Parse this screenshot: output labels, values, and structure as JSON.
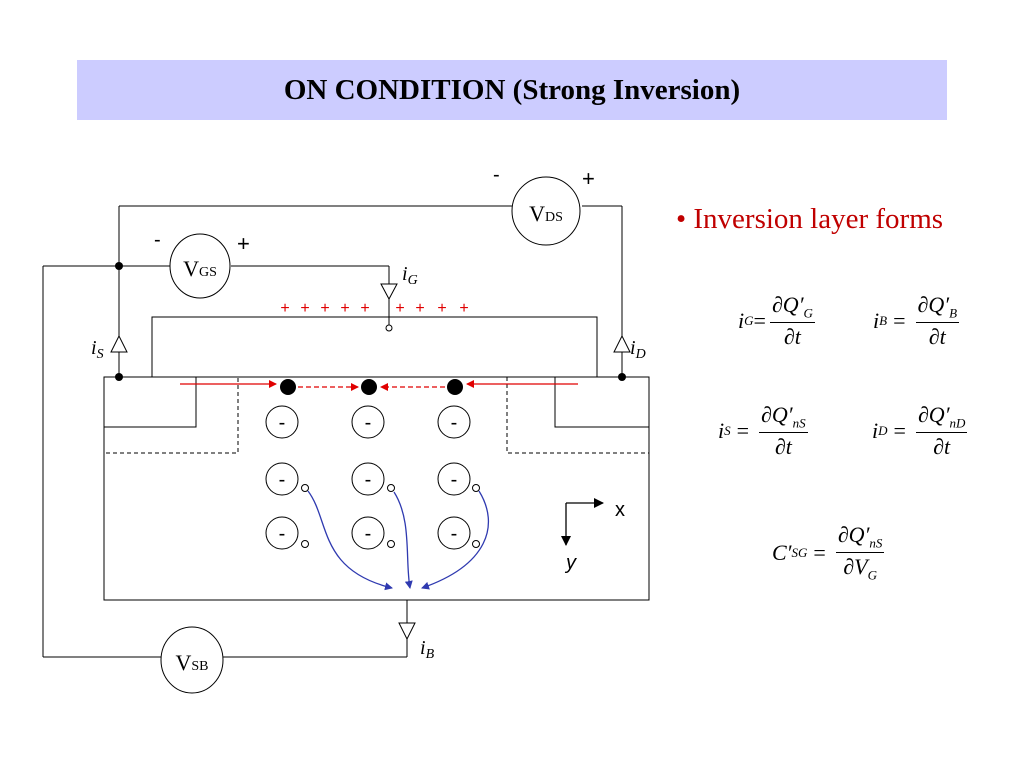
{
  "title": "ON CONDITION (Strong Inversion)",
  "bullet": "• Inversion layer forms",
  "sources": {
    "vgs": {
      "main": "V",
      "sub": "GS",
      "minus": "-",
      "plus": "+"
    },
    "vds": {
      "main": "V",
      "sub": "DS",
      "minus": "-",
      "plus": "+"
    },
    "vsb": {
      "main": "V",
      "sub": "SB"
    }
  },
  "currents": {
    "ig": {
      "main": "i",
      "sub": "G"
    },
    "is": {
      "main": "i",
      "sub": "S"
    },
    "id": {
      "main": "i",
      "sub": "D"
    },
    "ib": {
      "main": "i",
      "sub": "B"
    }
  },
  "charges": {
    "gate_plus": "+",
    "minus": "-"
  },
  "axes": {
    "x": "x",
    "y": "y"
  },
  "equations": {
    "ig": {
      "lhs": "i",
      "lhs_sub": "G",
      "eq": "=",
      "num": "∂Q′",
      "num_sub": "G",
      "den": "∂t"
    },
    "ib": {
      "lhs": "i",
      "lhs_sub": "B",
      "eq": "=",
      "num": "∂Q′",
      "num_sub": "B",
      "den": "∂t"
    },
    "is": {
      "lhs": "i",
      "lhs_sub": "S",
      "eq": "=",
      "num": "∂Q′",
      "num_sub": "nS",
      "den": "∂t"
    },
    "id": {
      "lhs": "i",
      "lhs_sub": "D",
      "eq": "=",
      "num": "∂Q′",
      "num_sub": "nD",
      "den": "∂t"
    },
    "csg": {
      "lhs": "C′",
      "lhs_sub": "SG",
      "eq": "=",
      "num": "∂Q′",
      "num_sub": "nS",
      "den": "∂V",
      "den_sub": "G"
    }
  },
  "colors": {
    "title_bg": "#ccccff",
    "bullet": "#c00000",
    "electron_arrow": "#e00000",
    "bulk_arrow": "#2f3ab0"
  }
}
